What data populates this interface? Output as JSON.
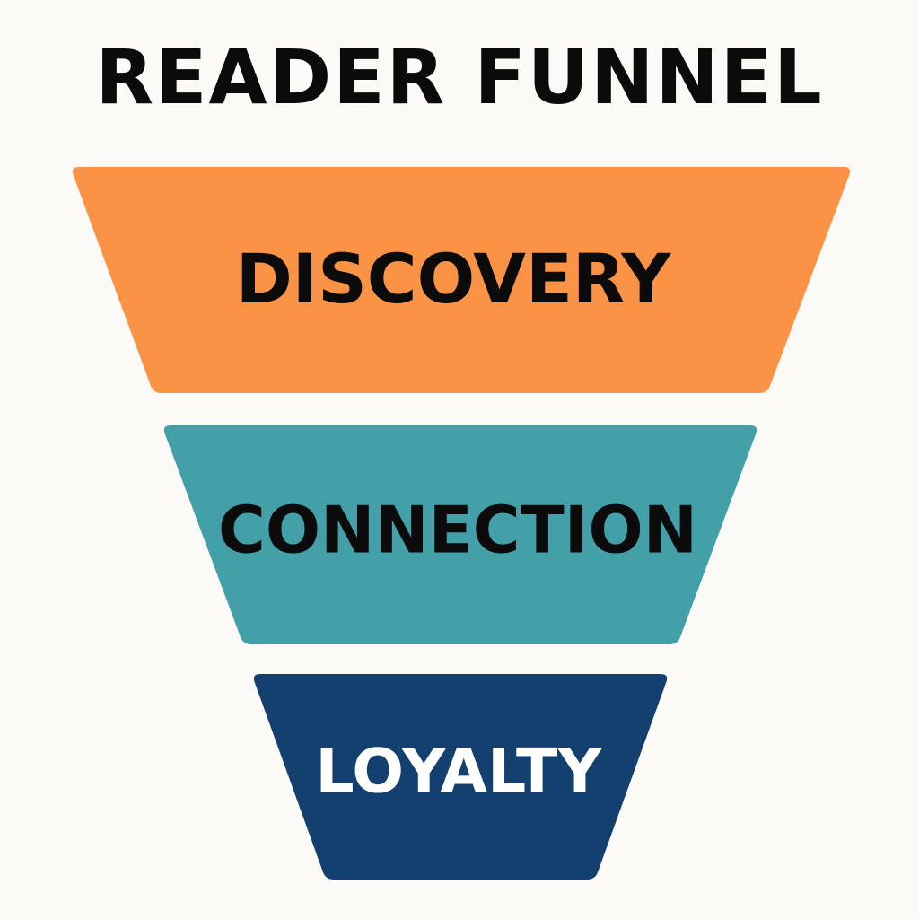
{
  "title": "READER FUNNEL",
  "stages": [
    {
      "label": "DISCOVERY",
      "fill": "#fb9346",
      "text_color": "#0b0b0b"
    },
    {
      "label": "CONNECTION",
      "fill": "#43a0a9",
      "text_color": "#0b0b0b"
    },
    {
      "label": "LOYALTY",
      "fill": "#13406f",
      "text_color": "#ffffff"
    }
  ]
}
